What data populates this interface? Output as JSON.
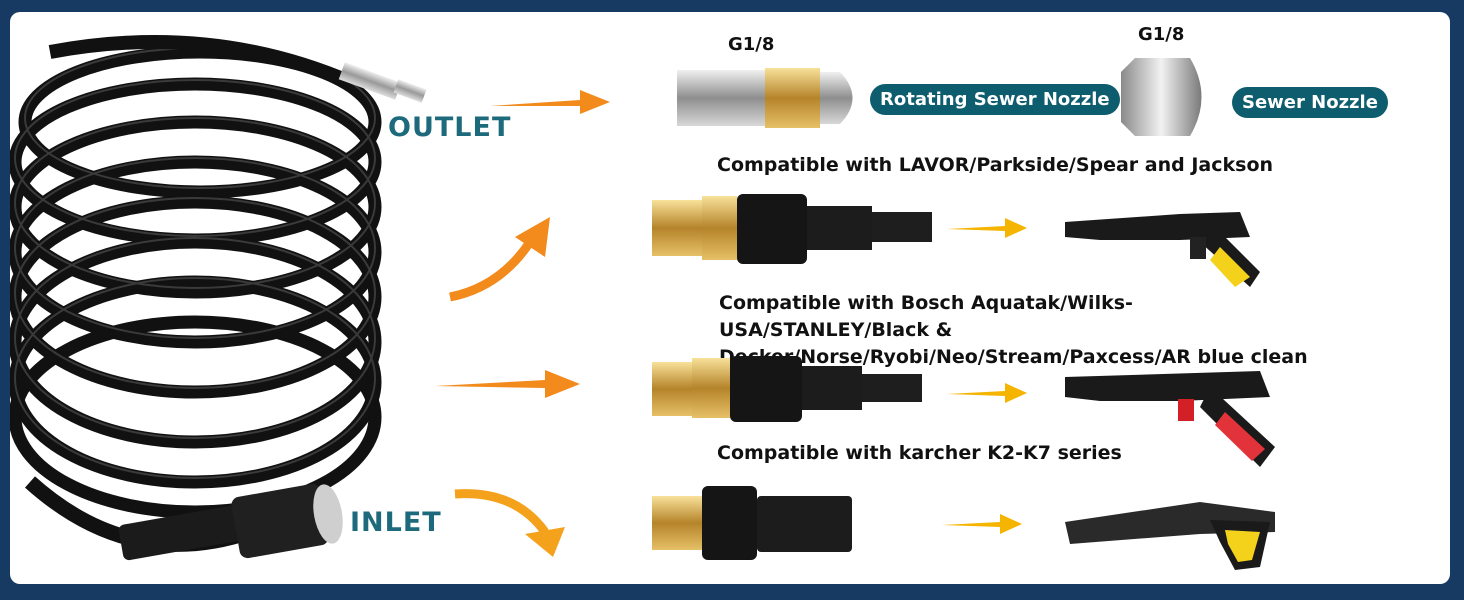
{
  "labels": {
    "outlet": "OUTLET",
    "inlet": "INLET",
    "g18_left": "G1/8",
    "g18_right": "G1/8",
    "rotating_nozzle": "Rotating Sewer Nozzle",
    "sewer_nozzle": "Sewer Nozzle",
    "compat1": "Compatible with LAVOR/Parkside/Spear and Jackson",
    "compat2_line1": "Compatible with Bosch Aquatak/Wilks-USA/STANLEY/Black &",
    "compat2_line2": "Decker/Norse/Ryobi/Neo/Stream/Paxcess/AR blue clean",
    "compat3": "Compatible with karcher K2-K7 series"
  },
  "colors": {
    "frame": "#173a63",
    "accent_teal": "#1d6a7c",
    "pill_bg": "#0e5d6e",
    "arrow_orange": "#f28a1c",
    "arrow_yellow": "#f4b400",
    "brass": "#c9962f",
    "hose": "#111111"
  },
  "icons": [
    "hose-coil-icon",
    "rotating-nozzle-icon",
    "sewer-nozzle-icon",
    "adapter-icon",
    "spray-gun-icon",
    "arrow-icon"
  ]
}
